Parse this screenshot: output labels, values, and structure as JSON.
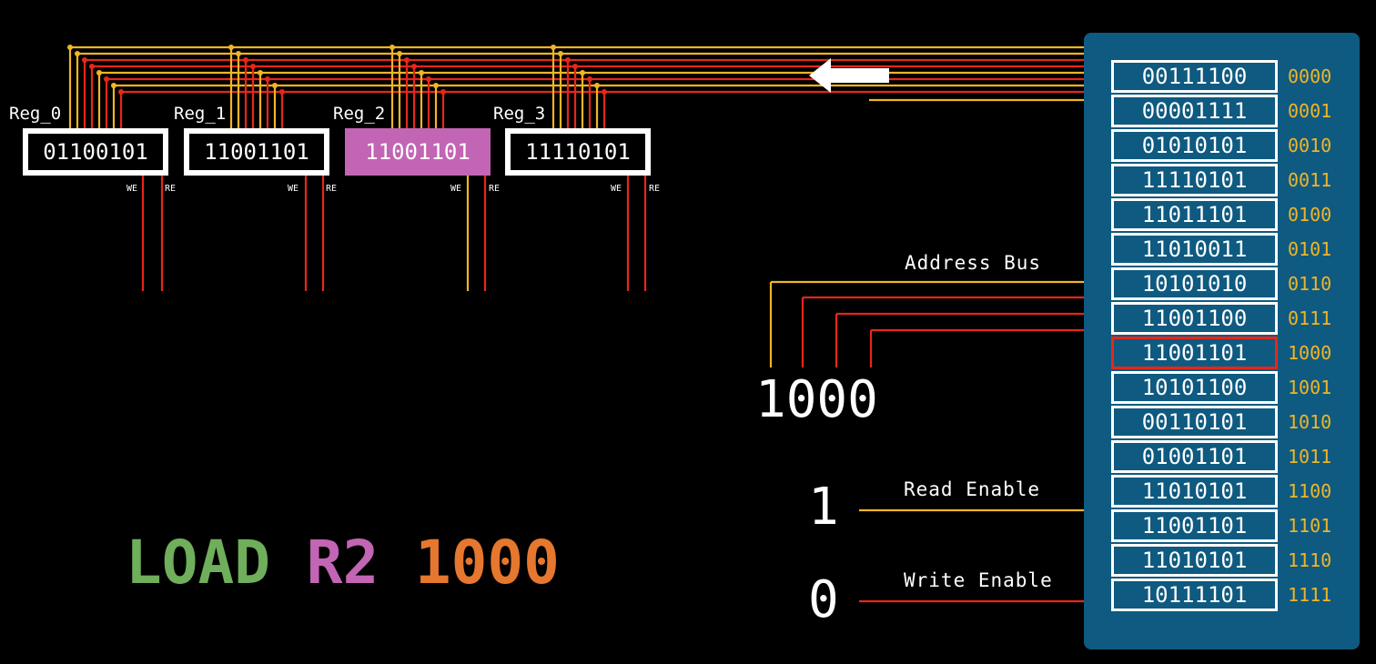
{
  "colors": {
    "bus_orange": "#f0b526",
    "bus_red": "#e8261a",
    "memory_bg": "#0f5a80",
    "instr_op": "#6fae5b",
    "instr_reg": "#c265b4",
    "instr_addr": "#e5772e",
    "selected_register": "#c265b4",
    "selected_cell_border": "#e8261a"
  },
  "registers": [
    {
      "label": "Reg_0",
      "value": "01100101",
      "selected": false,
      "we": "WE",
      "re": "RE"
    },
    {
      "label": "Reg_1",
      "value": "11001101",
      "selected": false,
      "we": "WE",
      "re": "RE"
    },
    {
      "label": "Reg_2",
      "value": "11001101",
      "selected": true,
      "we": "WE",
      "re": "RE"
    },
    {
      "label": "Reg_3",
      "value": "11110101",
      "selected": false,
      "we": "WE",
      "re": "RE"
    }
  ],
  "address_bus": {
    "label": "Address Bus",
    "value": "1000"
  },
  "read_enable": {
    "label": "Read Enable",
    "value": "1"
  },
  "write_enable": {
    "label": "Write Enable",
    "value": "0"
  },
  "instruction": {
    "op": "LOAD",
    "reg": "R2",
    "addr": "1000"
  },
  "memory": [
    {
      "value": "00111100",
      "address": "0000"
    },
    {
      "value": "00001111",
      "address": "0001"
    },
    {
      "value": "01010101",
      "address": "0010"
    },
    {
      "value": "11110101",
      "address": "0011"
    },
    {
      "value": "11011101",
      "address": "0100"
    },
    {
      "value": "11010011",
      "address": "0101"
    },
    {
      "value": "10101010",
      "address": "0110"
    },
    {
      "value": "11001100",
      "address": "0111"
    },
    {
      "value": "11001101",
      "address": "1000",
      "selected": true
    },
    {
      "value": "10101100",
      "address": "1001"
    },
    {
      "value": "00110101",
      "address": "1010"
    },
    {
      "value": "01001101",
      "address": "1011"
    },
    {
      "value": "11010101",
      "address": "1100"
    },
    {
      "value": "11001101",
      "address": "1101"
    },
    {
      "value": "11010101",
      "address": "1110"
    },
    {
      "value": "10111101",
      "address": "1111"
    }
  ],
  "data_flow_direction": "left"
}
